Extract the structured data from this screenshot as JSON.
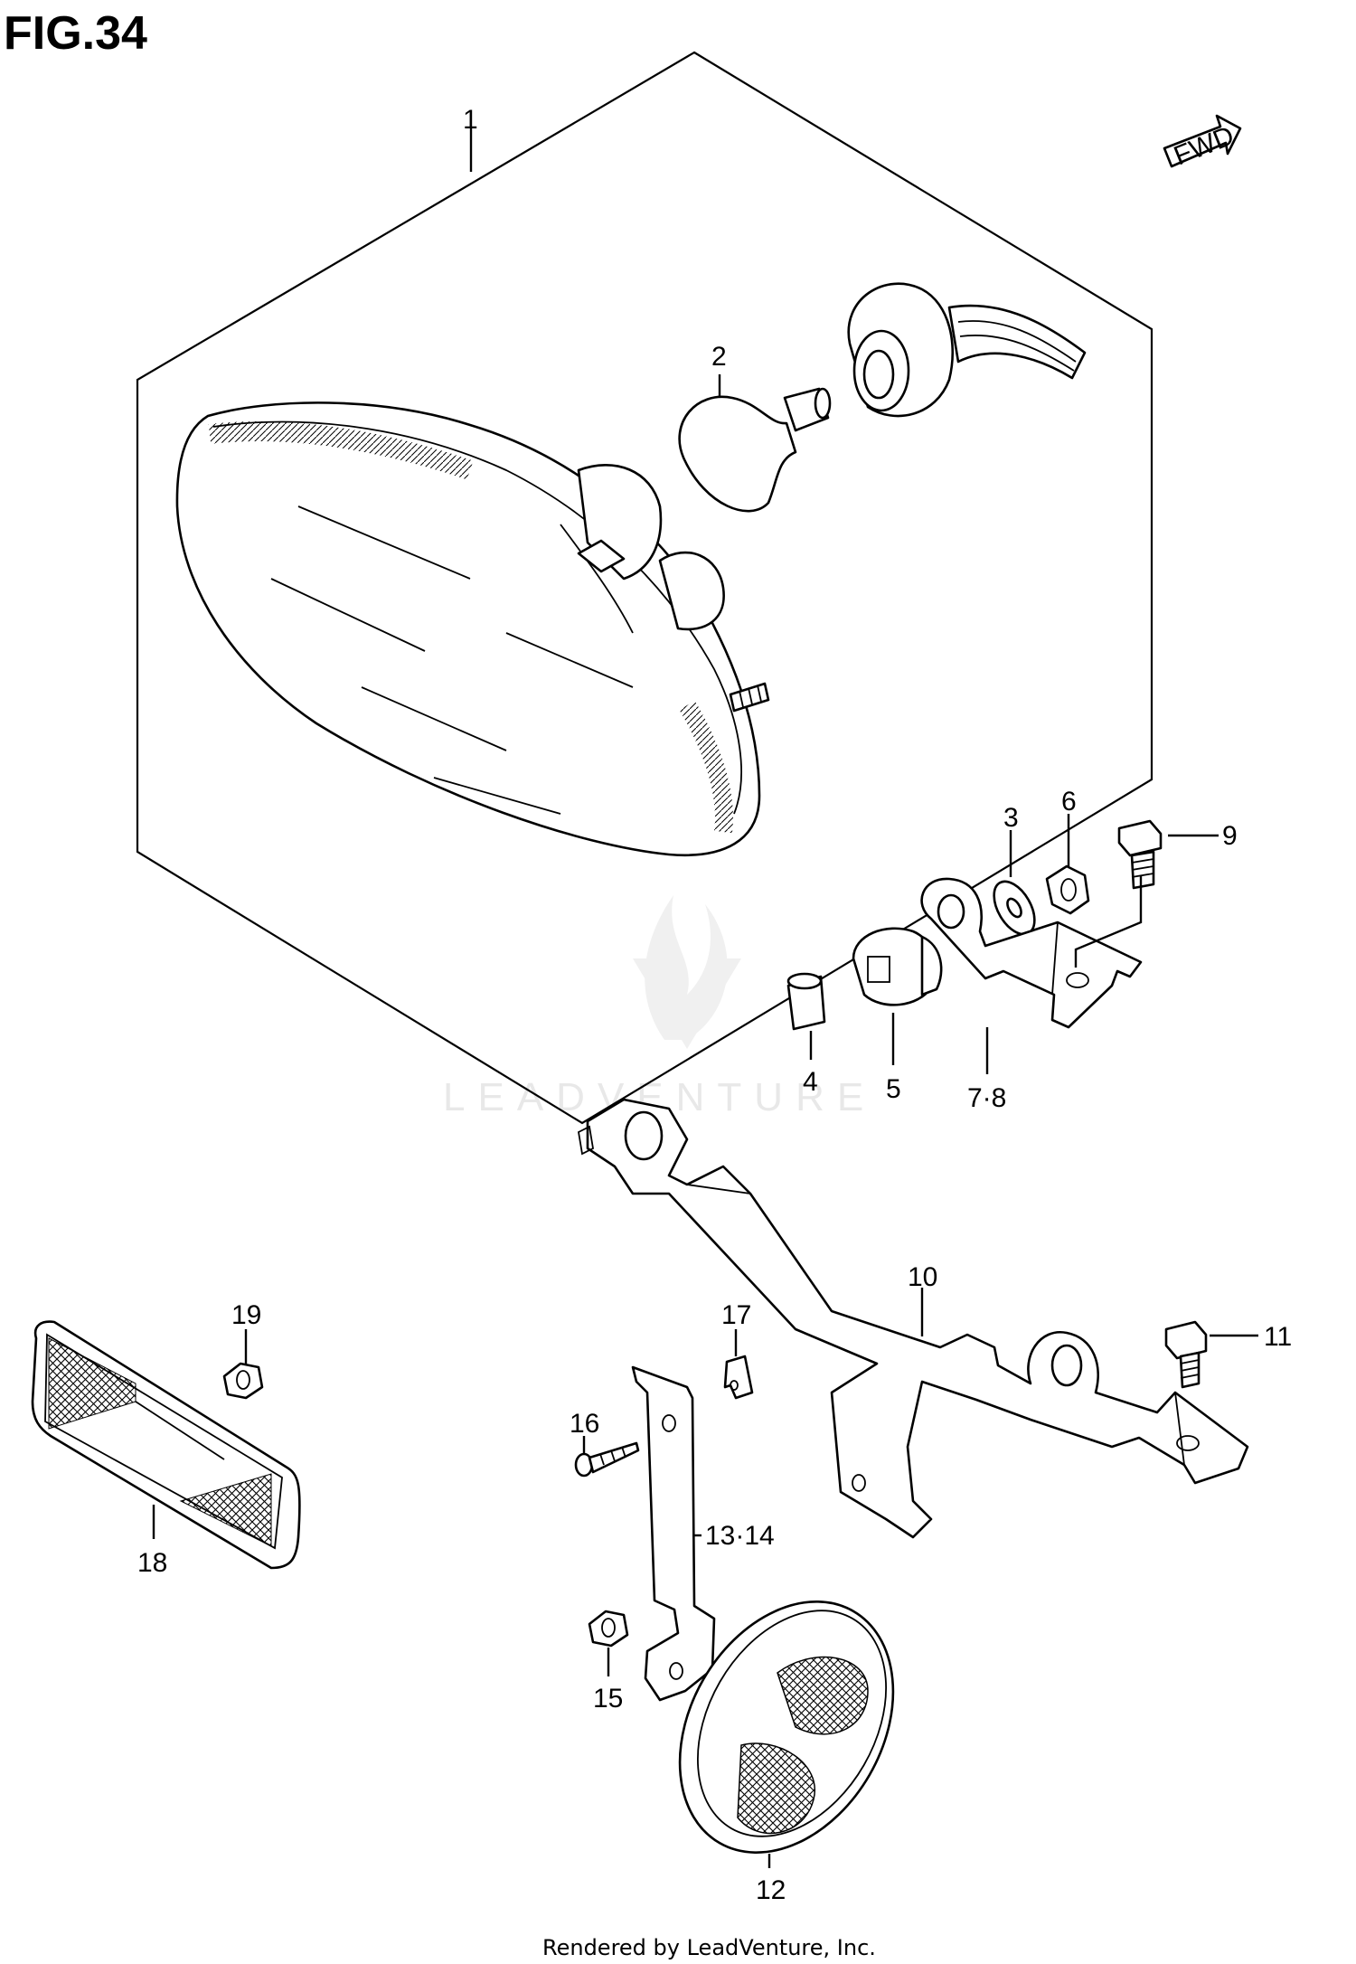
{
  "figure": {
    "title": "FIG.34",
    "fwd_label": "FWD",
    "watermark": "LEADVENTURE",
    "footer": "Rendered by LeadVenture, Inc."
  },
  "callouts": {
    "c1": "1",
    "c2": "2",
    "c3": "3",
    "c4": "4",
    "c5": "5",
    "c6": "6",
    "c7_8": "7·8",
    "c9": "9",
    "c10": "10",
    "c11": "11",
    "c12": "12",
    "c13_14": "13·14",
    "c15": "15",
    "c16": "16",
    "c17": "17",
    "c18": "18",
    "c19": "19"
  },
  "colors": {
    "line": "#000000",
    "background": "#ffffff",
    "watermark": "#e8e8e8"
  }
}
